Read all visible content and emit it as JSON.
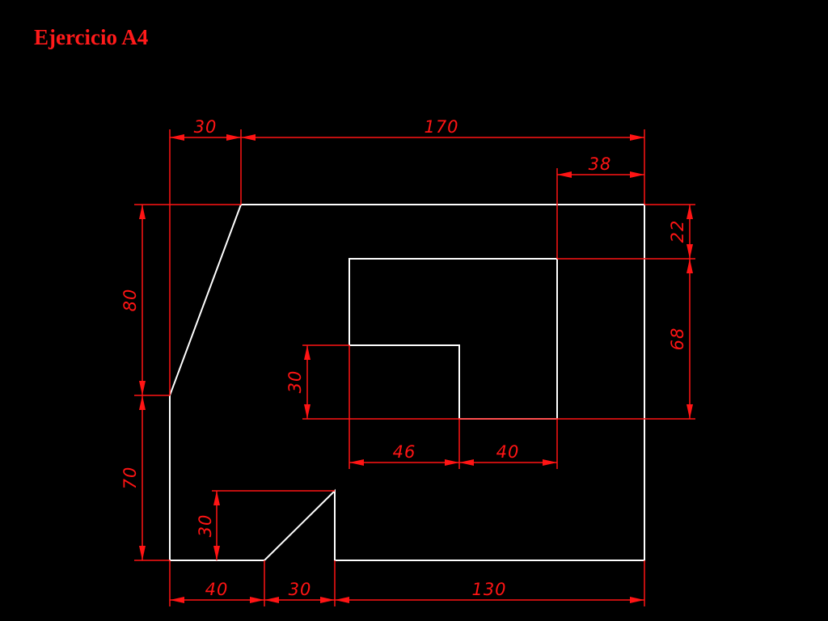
{
  "title": "Ejercicio A4",
  "colors": {
    "background": "#000000",
    "outline": "#ffffff",
    "dimension": "#ff1414"
  },
  "dimensions": {
    "top_left_width": "30",
    "top_total_width": "170",
    "top_right_inset": "38",
    "right_top_height": "22",
    "right_inner_height": "68",
    "left_upper_height": "80",
    "left_lower_height": "70",
    "inner_step_height": "30",
    "inner_step_width": "46",
    "inner_right_width": "40",
    "bottom_notch_height": "30",
    "bottom_left_width": "40",
    "bottom_chamfer_width": "30",
    "bottom_right_width": "130"
  }
}
